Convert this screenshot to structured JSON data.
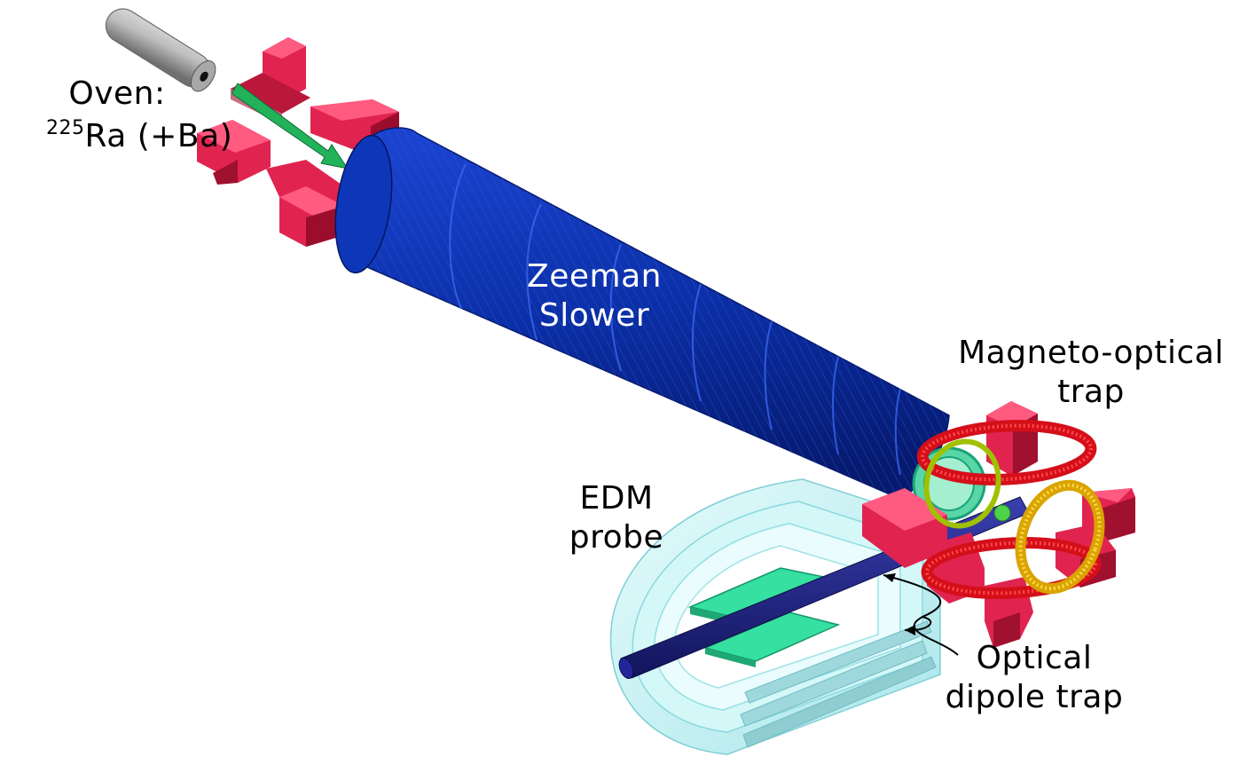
{
  "labels": {
    "oven_line1": "Oven:",
    "oven_isotope_mass": "225",
    "oven_line2_rest": "Ra (+Ba)",
    "zeeman_line1": "Zeeman",
    "zeeman_line2": "Slower",
    "mot_line1": "Magneto-optical",
    "mot_line2": "trap",
    "edm_line1": "EDM",
    "edm_line2": "probe",
    "odt_line1": "Optical",
    "odt_line2": "dipole trap"
  },
  "colors": {
    "slower_blue": "#0b2fa6",
    "magnet_red": "#e0244f",
    "coil_red": "#d40f1a",
    "coil_gold": "#d9a400",
    "shield_cyan": "#bdf1f4",
    "plate_green": "#35e0a0",
    "beam_navy": "#1c1f7e",
    "oven_gray": "#9a9a9a",
    "arrow_green": "#22b35a"
  }
}
